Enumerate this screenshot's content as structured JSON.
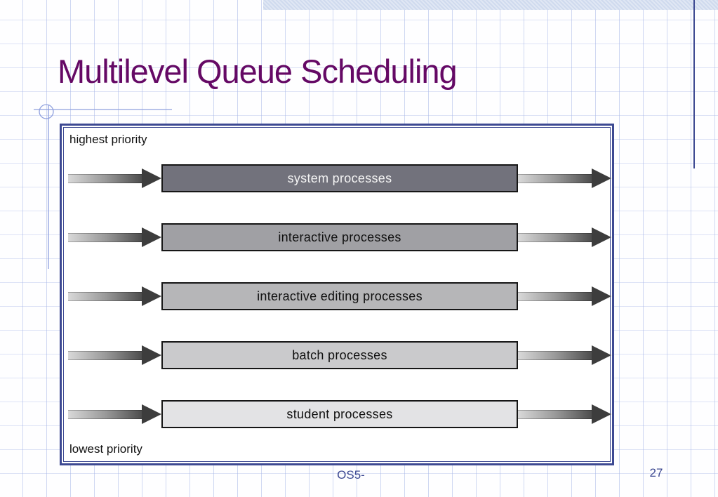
{
  "slide": {
    "title": "Multilevel Queue Scheduling",
    "footer": "OS5-",
    "page_number": "27"
  },
  "diagram": {
    "top_label": "highest priority",
    "bottom_label": "lowest priority",
    "queues": [
      {
        "label": "system processes",
        "fill": "#72727c",
        "text_color": "#f4f4f4"
      },
      {
        "label": "interactive processes",
        "fill": "#a0a0a4",
        "text_color": "#111111"
      },
      {
        "label": "interactive editing processes",
        "fill": "#b6b6b8",
        "text_color": "#111111"
      },
      {
        "label": "batch processes",
        "fill": "#cacacc",
        "text_color": "#111111"
      },
      {
        "label": "student processes",
        "fill": "#e3e3e5",
        "text_color": "#111111"
      }
    ]
  },
  "colors": {
    "title": "#650965",
    "accent": "#3d4992",
    "band": "#cfdaee",
    "grid": "#c9d3ef"
  }
}
